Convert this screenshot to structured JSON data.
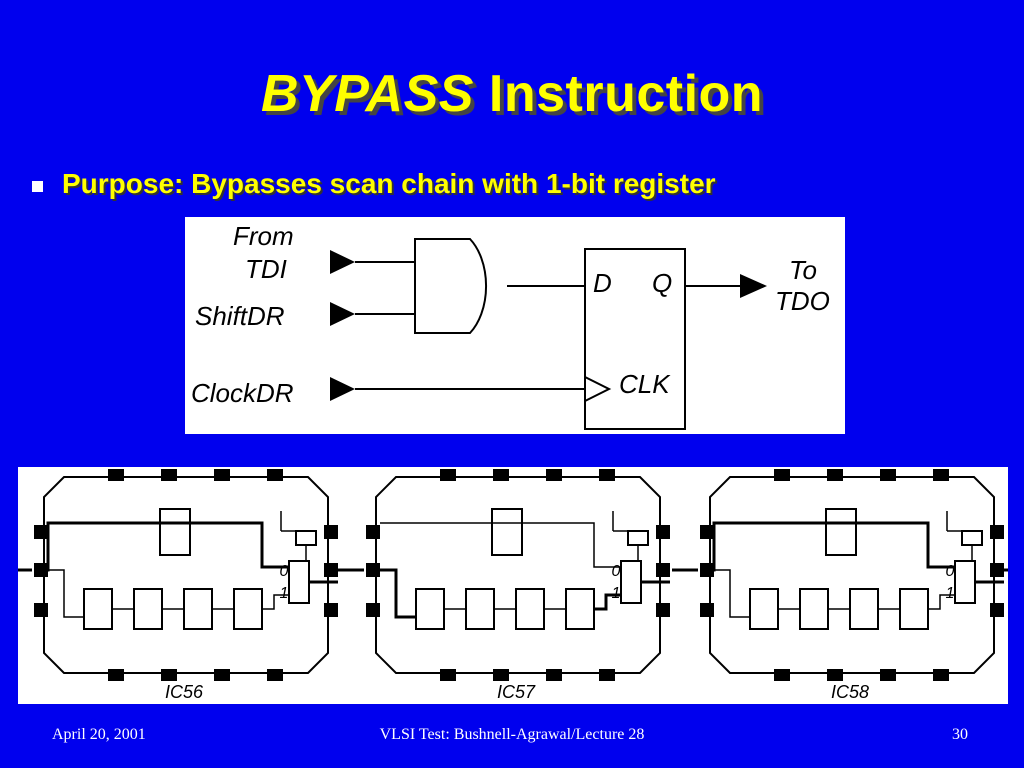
{
  "slide": {
    "title_italic": "BYPASS",
    "title_rest": " Instruction",
    "bullet": "Purpose: Bypasses scan chain with 1-bit register"
  },
  "circuit": {
    "from_label": "From",
    "tdi_label": "TDI",
    "shiftdr_label": "ShiftDR",
    "clockdr_label": "ClockDR",
    "d_label": "D",
    "q_label": "Q",
    "clk_label": "CLK",
    "to_label": "To",
    "tdo_label": "TDO"
  },
  "board": {
    "chips": [
      {
        "name": "IC56",
        "mux_top": "0",
        "mux_bottom": "1"
      },
      {
        "name": "IC57",
        "mux_top": "0",
        "mux_bottom": "1"
      },
      {
        "name": "IC58",
        "mux_top": "0",
        "mux_bottom": "1"
      }
    ]
  },
  "footer": {
    "date": "April 20, 2001",
    "course": "VLSI Test: Bushnell-Agrawal/Lecture 28",
    "page": "30"
  },
  "colors": {
    "background": "#0000ee",
    "title": "#ffff00",
    "text": "#ffffff"
  }
}
